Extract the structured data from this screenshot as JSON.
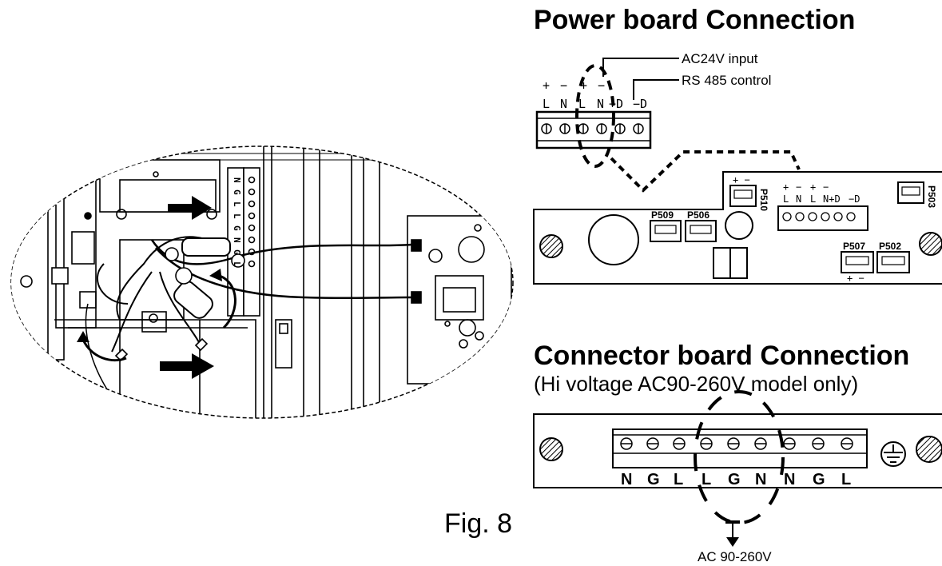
{
  "power_section": {
    "title": "Power board Connection",
    "callout_ac24": "AC24V input",
    "callout_rs485": "RS 485 control",
    "terminal_polarity": [
      "+",
      "−",
      "+",
      "−"
    ],
    "terminal_labels": [
      "L",
      "N",
      "L",
      "N",
      "+D",
      "−D"
    ],
    "board_ports": [
      "P509",
      "P506",
      "P510",
      "P503",
      "P507",
      "P502"
    ],
    "board_terminal_labels": [
      "L",
      "N",
      "L",
      "N+D",
      "−D"
    ],
    "board_polarity": [
      "+",
      "−",
      "+",
      "−"
    ],
    "p510_polarity": "+ −",
    "p507_polarity": "+ −"
  },
  "connector_section": {
    "title": "Connector board Connection",
    "subtitle": "(Hi voltage AC90-260V model only)",
    "terminal_labels": [
      "N",
      "G",
      "L",
      "L",
      "G",
      "N",
      "N",
      "G",
      "L"
    ],
    "supply_label": "AC 90-260V"
  },
  "photo": {
    "block_labels": [
      "N",
      "G",
      "L",
      "L",
      "G",
      "N",
      "G",
      "L"
    ]
  },
  "figure_label": "Fig. 8"
}
